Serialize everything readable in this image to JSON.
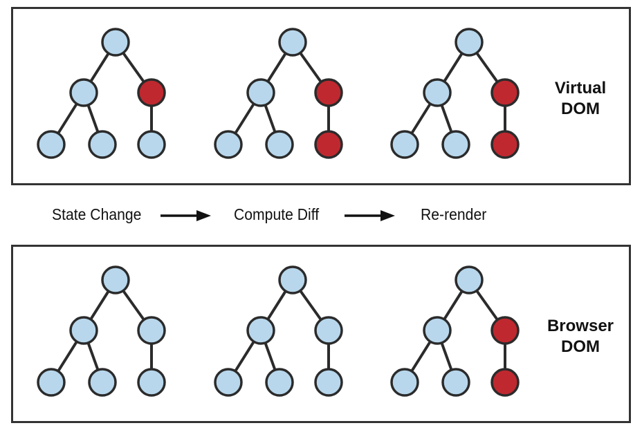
{
  "colors": {
    "unchanged": "#b8d7ec",
    "changed": "#c0282f",
    "outline": "#2b2b2b"
  },
  "virtual_dom": {
    "label_line1": "Virtual",
    "label_line2": "DOM",
    "trees": [
      [
        "unchanged",
        "unchanged",
        "changed",
        "unchanged",
        "unchanged",
        "unchanged"
      ],
      [
        "unchanged",
        "unchanged",
        "changed",
        "unchanged",
        "unchanged",
        "changed"
      ],
      [
        "unchanged",
        "unchanged",
        "changed",
        "unchanged",
        "unchanged",
        "changed"
      ]
    ]
  },
  "browser_dom": {
    "label_line1": "Browser",
    "label_line2": "DOM",
    "trees": [
      [
        "unchanged",
        "unchanged",
        "unchanged",
        "unchanged",
        "unchanged",
        "unchanged"
      ],
      [
        "unchanged",
        "unchanged",
        "unchanged",
        "unchanged",
        "unchanged",
        "unchanged"
      ],
      [
        "unchanged",
        "unchanged",
        "changed",
        "unchanged",
        "unchanged",
        "changed"
      ]
    ]
  },
  "steps": [
    "State Change",
    "Compute Diff",
    "Re-render"
  ]
}
